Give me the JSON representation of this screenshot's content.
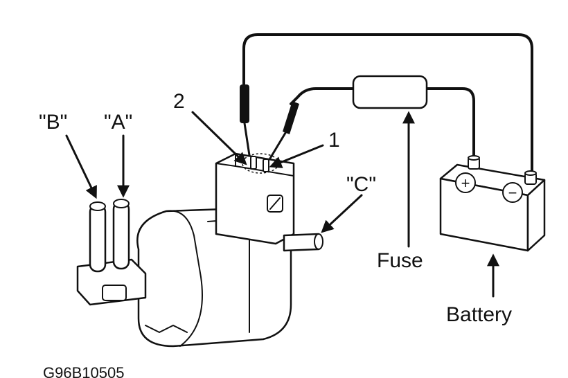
{
  "labels": {
    "port_b": "\"B\"",
    "port_a": "\"A\"",
    "port_c": "\"C\"",
    "terminal_2": "2",
    "terminal_1": "1",
    "fuse": "Fuse",
    "battery": "Battery",
    "figure_code": "G96B10505"
  },
  "battery_terminals": {
    "positive": "+",
    "negative": "−"
  }
}
